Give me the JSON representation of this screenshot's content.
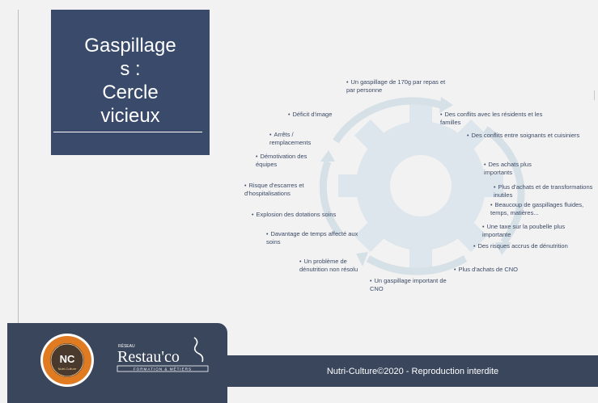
{
  "title": "Gaspillage\ns :\nCercle\nvicieux",
  "cycle_items": [
    {
      "id": "c1",
      "text": "Un gaspillage de 170g par repas et par personne"
    },
    {
      "id": "c2",
      "text": "Des conflits avec les résidents et les familles"
    },
    {
      "id": "c3",
      "text": "Des conflits entre soignants et cuisiniers"
    },
    {
      "id": "c4",
      "text": "Des achats plus importants"
    },
    {
      "id": "c5",
      "text": "Plus d'achats et de transformations inutiles"
    },
    {
      "id": "c6",
      "text": "Beaucoup de gaspillages fluides, temps, matières..."
    },
    {
      "id": "c7",
      "text": "Une taxe sur la poubelle plus importante"
    },
    {
      "id": "c8",
      "text": "Des risques accrus de dénutrition"
    },
    {
      "id": "c9",
      "text": "Plus d'achats de CNO"
    },
    {
      "id": "c10",
      "text": "Un gaspillage important de CNO"
    },
    {
      "id": "c11",
      "text": "Un problème de dénutrition non résolu"
    },
    {
      "id": "c12",
      "text": "Davantage de temps affecté aux soins"
    },
    {
      "id": "c13",
      "text": "Explosion des dotations soins"
    },
    {
      "id": "c14",
      "text": "Risque d'escarres et d'hospitalisations"
    },
    {
      "id": "c15",
      "text": "Démotivation des équipes"
    },
    {
      "id": "c16",
      "text": "Arrêts / remplacements"
    },
    {
      "id": "c17",
      "text": "Déficit d'image"
    }
  ],
  "footer": {
    "text": "Nutri-Culture©2020 - Reproduction interdite",
    "nc_logo_text": "NC",
    "nc_logo_sub": "Nutri-Culture",
    "restau_brand": "Restau'co",
    "restau_small": "RÉSEAU",
    "restau_tagline": "FORMATION & MÉTIERS"
  },
  "colors": {
    "title_bg": "#3a4a6b",
    "footer_bg": "#3a465c",
    "gear": "#dde6ec",
    "ring": "#d6e0e7",
    "text": "#3c4a66",
    "nc_orange": "#e07b22"
  }
}
